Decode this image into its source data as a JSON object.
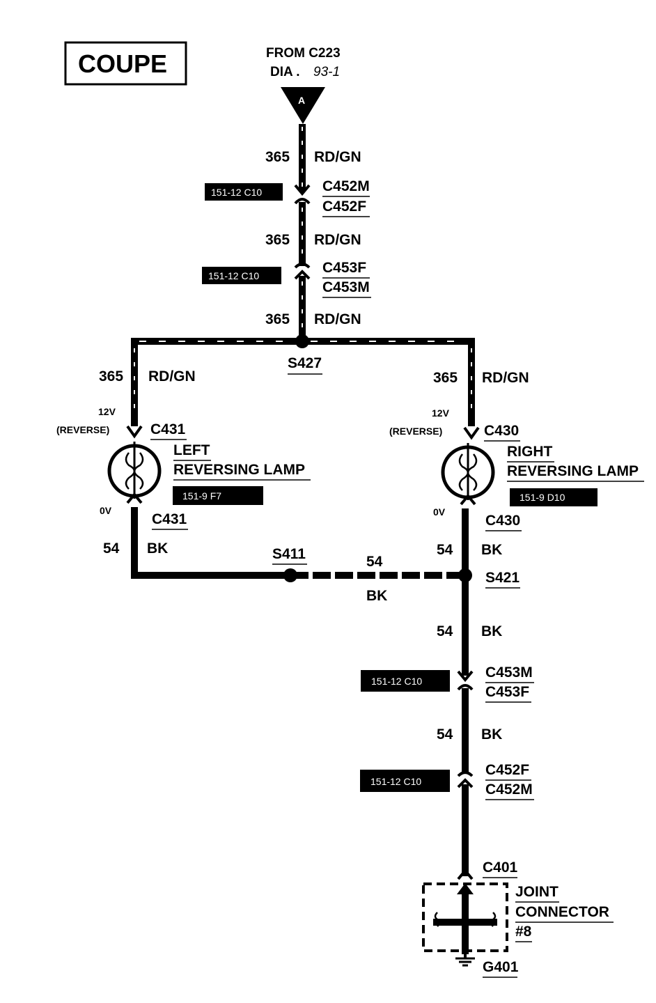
{
  "title_box": "COUPE",
  "source": {
    "line1": "FROM C223",
    "line2_prefix": "DIA .",
    "line2_ref": "93-1",
    "connector_letter": "A"
  },
  "wires": {
    "main_circuit": "365",
    "main_color": "RD/GN",
    "ground_circuit": "54",
    "ground_color": "BK"
  },
  "connectors": {
    "c452m": "C452M",
    "c452f": "C452F",
    "c453f": "C453F",
    "c453m": "C453M",
    "c431": "C431",
    "c430": "C430",
    "c401": "C401"
  },
  "splices": {
    "s427": "S427",
    "s411": "S411",
    "s421": "S421"
  },
  "location_tags": {
    "c452_top": "151-12 C10",
    "c453_top": "151-12 C10",
    "left_lamp": "151-9 F7",
    "right_lamp": "151-9 D10",
    "c453_bottom": "151-12 C10",
    "c452_bottom": "151-12 C10"
  },
  "voltages": {
    "reverse_v": "12V",
    "reverse_label": "(REVERSE)",
    "zero_v": "0V"
  },
  "components": {
    "left_lamp_line1": "LEFT",
    "left_lamp_line2": "REVERSING LAMP",
    "right_lamp_line1": "RIGHT",
    "right_lamp_line2": "REVERSING LAMP",
    "joint_line1": "JOINT",
    "joint_line2": "CONNECTOR",
    "joint_line3": "#8",
    "ground": "G401"
  }
}
